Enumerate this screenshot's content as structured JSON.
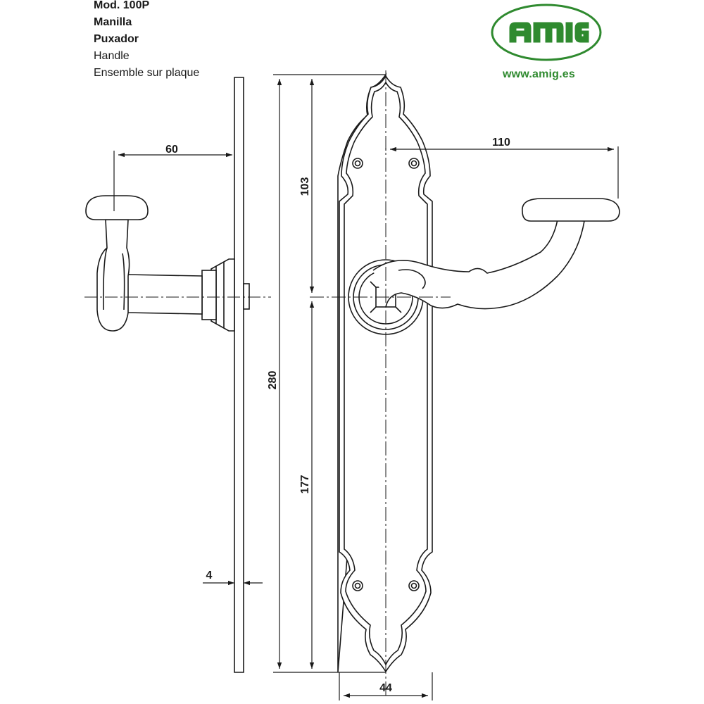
{
  "title": {
    "model": "Mod. 100P",
    "name_es": "Manilla",
    "name_pt": "Puxador",
    "name_en": "Handle",
    "name_fr": "Ensemble sur plaque"
  },
  "brand": {
    "logo_text": "AMIG",
    "website": "www.amig.es",
    "color": "#2f8a2f"
  },
  "dimensions": {
    "projection": "60",
    "plate_thickness": "4",
    "plate_height": "280",
    "top_to_axis": "103",
    "axis_to_bottom": "177",
    "lever_length": "110",
    "plate_width": "44"
  }
}
